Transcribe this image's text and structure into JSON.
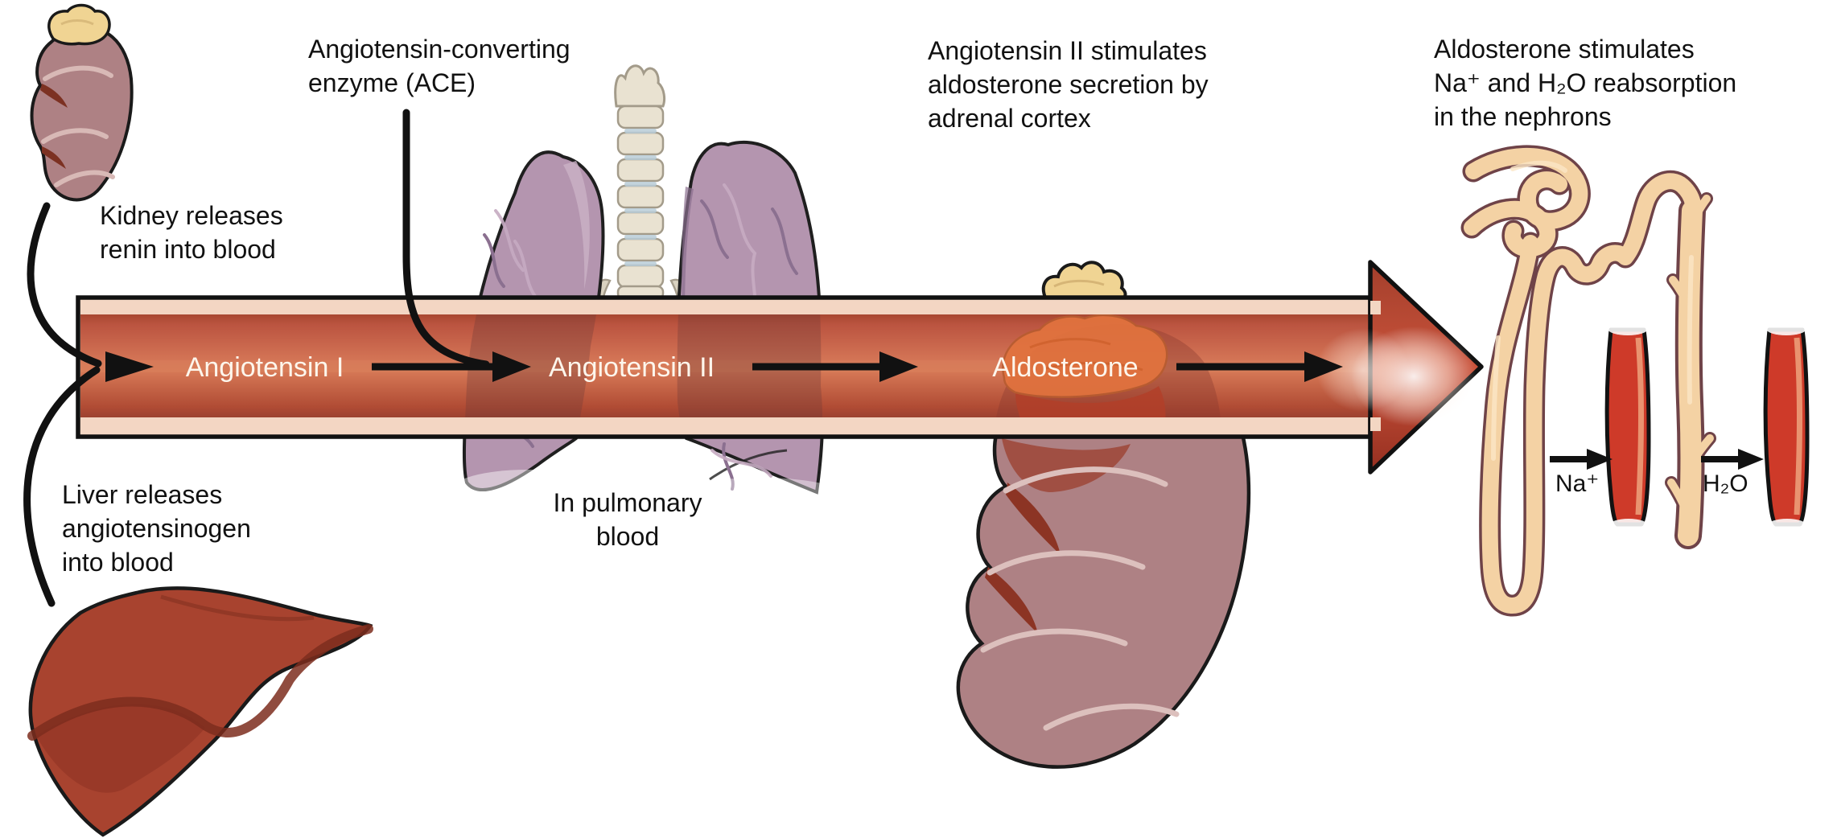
{
  "diagram": {
    "captions": {
      "ace": "Angiotensin-converting\nenzyme (ACE)",
      "kidney": "Kidney releases\nrenin into blood",
      "liver": "Liver releases\nangiotensinogen\ninto blood",
      "pulmonary": "In pulmonary\nblood",
      "angiotensin2_effect": "Angiotensin II stimulates\naldosterone secretion by\nadrenal cortex",
      "aldosterone_effect": "Aldosterone stimulates\nNa⁺ and H₂O reabsorption\nin the nephrons"
    },
    "vessel_labels": {
      "step1": "Angiotensin I",
      "step2": "Angiotensin II",
      "step3": "Aldosterone"
    },
    "nephron_labels": {
      "sodium": "Na⁺",
      "water": "H₂O"
    },
    "colors": {
      "background": "#ffffff",
      "text_black": "#111111",
      "label_white": "#fdf6ec",
      "vessel_wall_cream": "#f3d6c3",
      "vessel_red_mid": "#d67856",
      "vessel_red_dark": "#9c4230",
      "arrow_black": "#111111",
      "lung_purple": "#b495af",
      "lung_vein": "#8b7090",
      "spine_cream": "#e9e2d1",
      "kidney_mauve": "#ae8184",
      "kidney_crevice": "#7c3122",
      "adrenal_yellow": "#f0d493",
      "adrenal_orange": "#e2733e",
      "liver_red": "#a8432f",
      "liver_crevice": "#7c2d1d",
      "nephron_tan": "#f4d2a4",
      "nephron_outline": "#6f4348",
      "capillary_red": "#ce3a29"
    }
  }
}
